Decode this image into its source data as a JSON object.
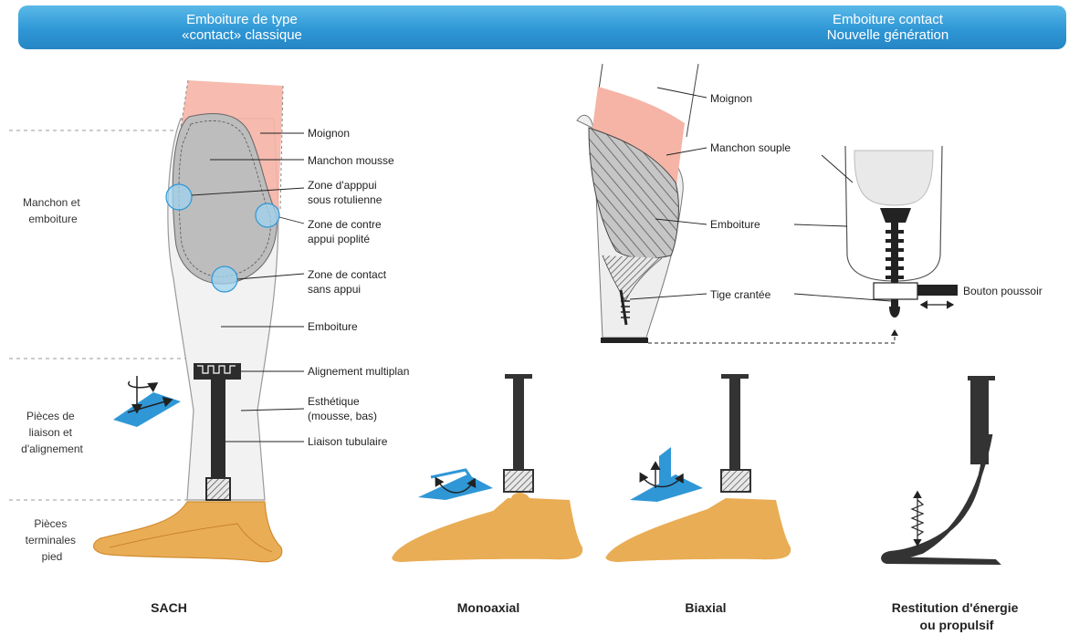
{
  "header": {
    "left_title": "Emboiture de type\n«contact» classique",
    "right_title": "Emboiture contact\nNouvelle génération"
  },
  "sections": [
    {
      "lines": [
        "Manchon et",
        "emboiture"
      ]
    },
    {
      "lines": [
        "Pièces de",
        "liaison et",
        "d'alignement"
      ]
    },
    {
      "lines": [
        "Pièces",
        "terminales",
        "pied"
      ]
    }
  ],
  "left_labels": {
    "moignon": [
      "Moignon"
    ],
    "manchon_mousse": [
      "Manchon mousse"
    ],
    "zone_appui": [
      "Zone d'apppui",
      "sous rotulienne"
    ],
    "zone_contre_appui": [
      "Zone de contre",
      "appui poplité"
    ],
    "zone_contact": [
      "Zone de contact",
      "sans appui"
    ],
    "emboiture": [
      "Emboiture"
    ],
    "alignement": [
      "Alignement multiplan"
    ],
    "esthetique": [
      "Esthétique",
      "(mousse, bas)"
    ],
    "liaison": [
      "Liaison tubulaire"
    ]
  },
  "right_labels": {
    "moignon": "Moignon",
    "manchon_souple": "Manchon souple",
    "emboiture": "Emboiture",
    "tige": "Tige crantée",
    "bouton": "Bouton poussoir"
  },
  "captions": {
    "sach": "SACH",
    "monoaxial": "Monoaxial",
    "biaxial": "Biaxial",
    "restitution": [
      "Restitution d'énergie",
      "ou propulsif"
    ]
  },
  "colors": {
    "banner": "#2f97d6",
    "stump": "#f6b4a6",
    "liner": "#bdbdbd",
    "foot": "#e9ad55",
    "circle": "#9fd3ef",
    "pylon": "#333333",
    "blue_plane": "#2f97d6"
  }
}
